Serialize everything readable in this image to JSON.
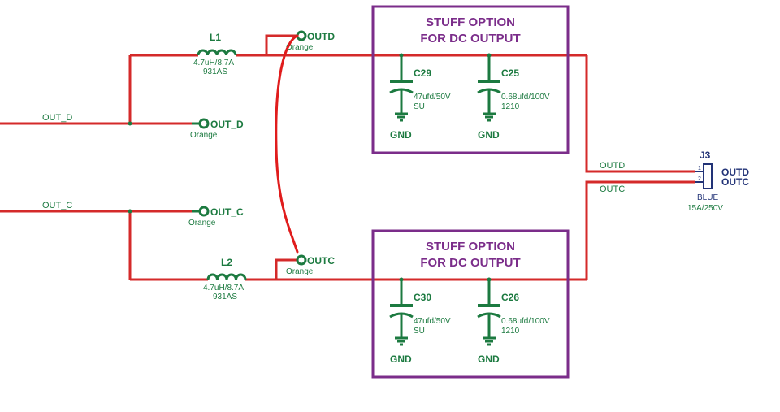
{
  "nets": {
    "out_d": "OUT_D",
    "out_c": "OUT_C",
    "outd": "OUTD",
    "outc": "OUTC"
  },
  "inductors": [
    {
      "ref": "L1",
      "value": "4.7uH/8.7A",
      "package": "931AS"
    },
    {
      "ref": "L2",
      "value": "4.7uH/8.7A",
      "package": "931AS"
    }
  ],
  "test_points": [
    {
      "label": "OUTD",
      "color": "Orange"
    },
    {
      "label": "OUT_D",
      "color": "Orange"
    },
    {
      "label": "OUT_C",
      "color": "Orange"
    },
    {
      "label": "OUTC",
      "color": "Orange"
    }
  ],
  "option_boxes": [
    {
      "title_line1": "STUFF OPTION",
      "title_line2": "FOR DC OUTPUT",
      "caps": [
        {
          "ref": "C29",
          "value": "47ufd/50V",
          "package": "SU",
          "gnd": "GND"
        },
        {
          "ref": "C25",
          "value": "0.68ufd/100V",
          "package": "1210",
          "gnd": "GND"
        }
      ]
    },
    {
      "title_line1": "STUFF OPTION",
      "title_line2": "FOR DC OUTPUT",
      "caps": [
        {
          "ref": "C30",
          "value": "47ufd/50V",
          "package": "SU",
          "gnd": "GND"
        },
        {
          "ref": "C26",
          "value": "0.68ufd/100V",
          "package": "1210",
          "gnd": "GND"
        }
      ]
    }
  ],
  "connector": {
    "ref": "J3",
    "pin1": "1",
    "pin2": "2",
    "label1": "OUTD",
    "label2": "OUTC",
    "color": "BLUE",
    "rating": "15A/250V"
  },
  "colors": {
    "wire": "#d42a2a",
    "component": "#1c7a40",
    "box": "#7b2d8a",
    "connector": "#223377",
    "hand_wire": "#e01c1c"
  }
}
